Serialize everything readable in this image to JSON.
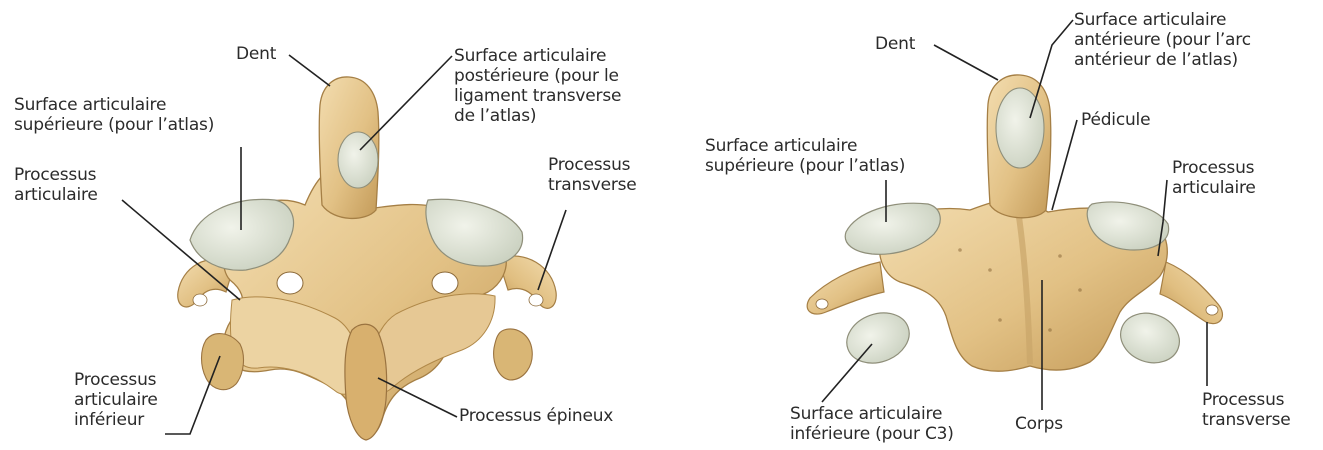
{
  "colors": {
    "bone": "#e3c48a",
    "bone_light": "#f2dcae",
    "bone_shadow": "#b8904f",
    "cartilage": "#dfe3d6",
    "leader": "#222222",
    "text": "#2b2b2b"
  },
  "posterior_view": {
    "labels": {
      "dent": "Dent",
      "surface_post": "Surface articulaire\npostérieure (pour le\nligament transverse\nde l’atlas)",
      "surface_sup": "Surface articulaire\nsupérieure (pour l’atlas)",
      "processus_articulaire": "Processus\narticulaire",
      "processus_transverse": "Processus\ntransverse",
      "processus_art_inf": "Processus\narticulaire\ninférieur",
      "processus_epineux": "Processus épineux"
    }
  },
  "anterior_view": {
    "labels": {
      "dent": "Dent",
      "surface_ant": "Surface articulaire\nantérieure (pour l’arc\nantérieur de l’atlas)",
      "pedicule": "Pédicule",
      "surface_sup": "Surface articulaire\nsupérieure (pour l’atlas)",
      "processus_articulaire": "Processus\narticulaire",
      "surface_inf": "Surface articulaire\ninférieure (pour C3)",
      "corps": "Corps",
      "processus_transverse": "Processus\ntransverse"
    }
  }
}
